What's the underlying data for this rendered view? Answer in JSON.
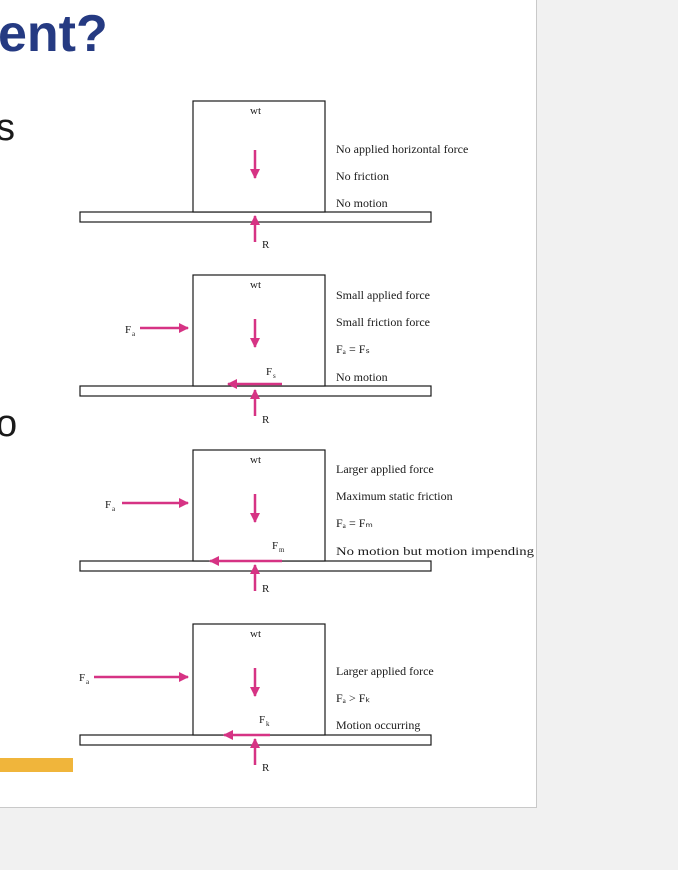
{
  "slide": {
    "title": "ent?",
    "body_fragments": [
      "s",
      "o"
    ],
    "accent_color": "#f0b53b",
    "title_color": "#253a82"
  },
  "diagram": {
    "arrow_color": "#d63384",
    "panels": [
      {
        "weight_label": "wt",
        "reaction_label": "R",
        "applied_label": "",
        "applied_sub": "",
        "friction_label": "",
        "friction_sub": "",
        "notes": [
          "No applied horizontal force",
          "No friction",
          "No motion"
        ]
      },
      {
        "weight_label": "wt",
        "reaction_label": "R",
        "applied_label": "F",
        "applied_sub": "a",
        "friction_label": "F",
        "friction_sub": "s",
        "notes": [
          "Small applied force",
          "Small friction force",
          "Fₐ = Fₛ",
          "No motion"
        ]
      },
      {
        "weight_label": "wt",
        "reaction_label": "R",
        "applied_label": "F",
        "applied_sub": "a",
        "friction_label": "F",
        "friction_sub": "m",
        "notes": [
          "Larger applied force",
          "Maximum static friction",
          "Fₐ = Fₘ",
          "No motion but motion impending"
        ]
      },
      {
        "weight_label": "wt",
        "reaction_label": "R",
        "applied_label": "F",
        "applied_sub": "a",
        "friction_label": "F",
        "friction_sub": "k",
        "notes": [
          "Larger applied force",
          "Fₐ > Fₖ",
          "Motion occurring"
        ]
      }
    ]
  }
}
